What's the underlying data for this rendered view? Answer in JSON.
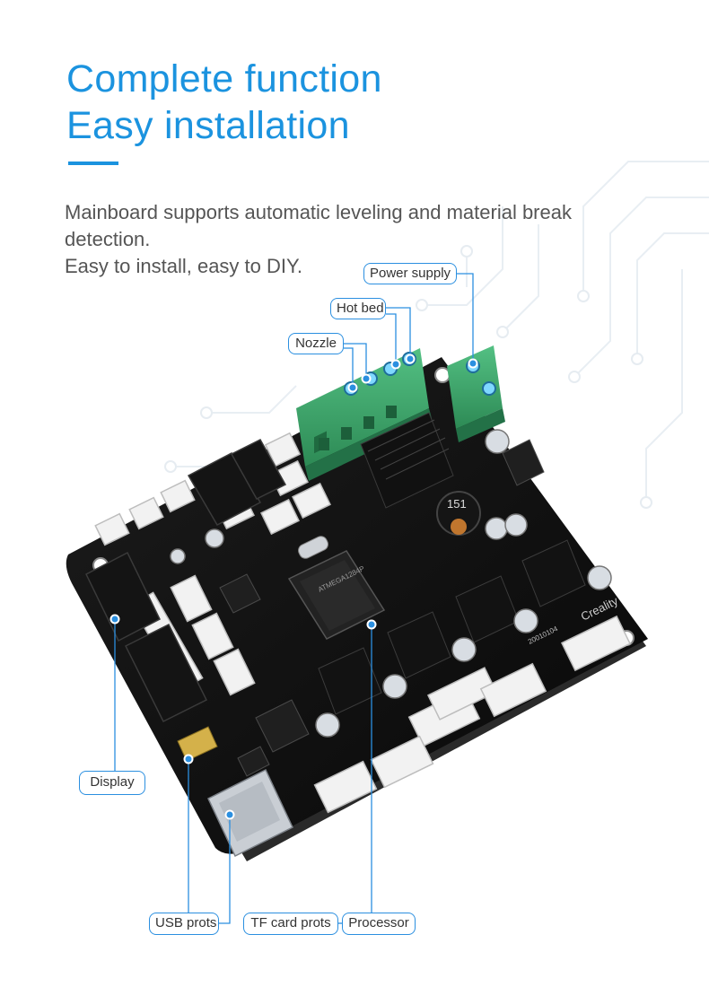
{
  "headline": {
    "line1": "Complete function",
    "line2": "Easy installation"
  },
  "description": {
    "line1": "Mainboard supports automatic leveling and material break detection.",
    "line2": "Easy to install, easy to DIY."
  },
  "callouts": {
    "power_supply": "Power supply",
    "hot_bed": "Hot bed",
    "nozzle": "Nozzle",
    "display": "Display",
    "usb": "USB prots",
    "tf_card": "TF card prots",
    "processor": "Processor"
  },
  "board_print": {
    "brand": "Creality",
    "version": "20010104",
    "chip": "ATMEGA1284P",
    "inductor": "151"
  },
  "colors": {
    "accent": "#1b93df",
    "callout_border": "#2b8fe0",
    "board": "#111111",
    "terminal_green": "#3aa66a"
  }
}
